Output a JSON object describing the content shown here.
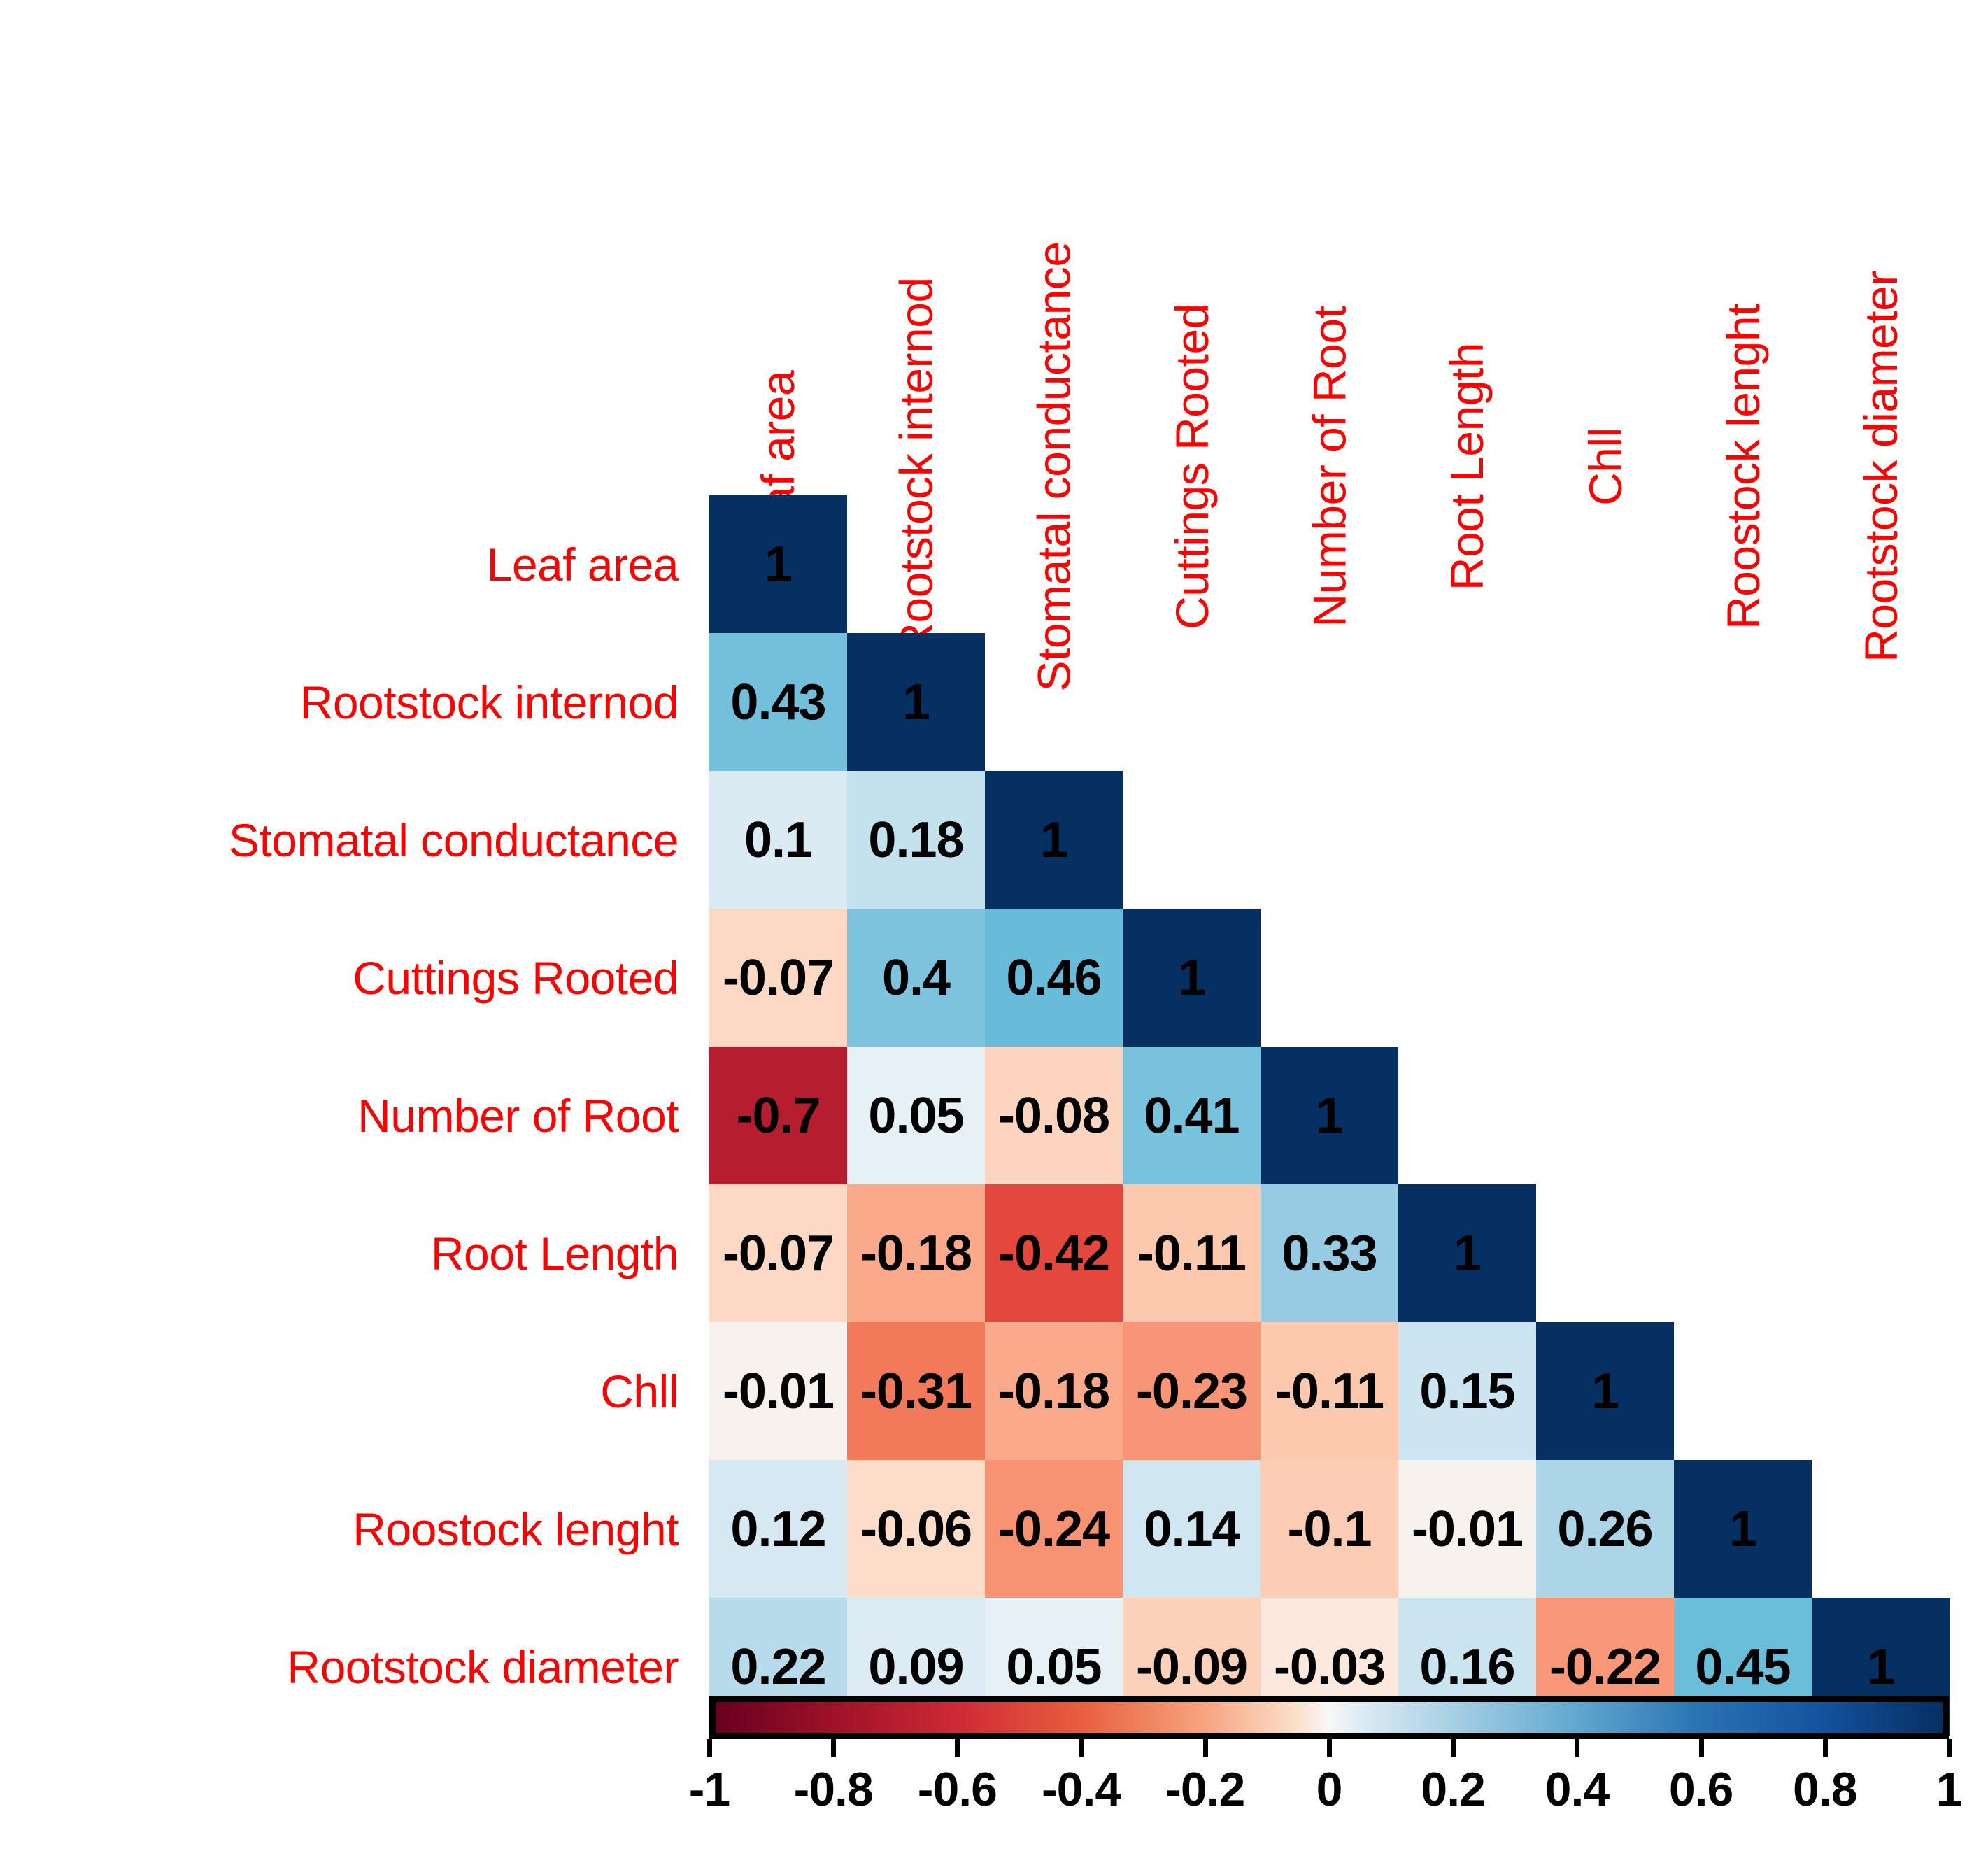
{
  "chart_data": {
    "type": "heatmap",
    "subtype": "correlation-matrix-lower-triangle",
    "title": "",
    "xlabel": "",
    "ylabel": "",
    "variables": [
      "Leaf area",
      "Rootstock internod",
      "Stomatal conductance",
      "Cuttings Rooted",
      "Number of Root",
      "Root Length",
      "Chll",
      "Roostock lenght",
      "Rootstock diameter"
    ],
    "row_labels": [
      "Leaf area",
      "Rootstock internod",
      "Stomatal conductance",
      "Cuttings Rooted",
      "Number of Root",
      "Root Length",
      "Chll",
      "Roostock lenght",
      "Rootstock diameter"
    ],
    "column_labels": [
      "Leaf area",
      "Rootstock internod",
      "Stomatal conductance",
      "Cuttings Rooted",
      "Number of Root",
      "Root Length",
      "Chll",
      "Roostock lenght",
      "Rootstock diameter"
    ],
    "rows": [
      {
        "label": "Leaf area",
        "values": [
          1
        ]
      },
      {
        "label": "Rootstock internod",
        "values": [
          0.43,
          1
        ]
      },
      {
        "label": "Stomatal conductance",
        "values": [
          0.1,
          0.18,
          1
        ]
      },
      {
        "label": "Cuttings Rooted",
        "values": [
          -0.07,
          0.4,
          0.46,
          1
        ]
      },
      {
        "label": "Number of Root",
        "values": [
          -0.7,
          0.05,
          -0.08,
          0.41,
          1
        ]
      },
      {
        "label": "Root Length",
        "values": [
          -0.07,
          -0.18,
          -0.42,
          -0.11,
          0.33,
          1
        ]
      },
      {
        "label": "Chll",
        "values": [
          -0.01,
          -0.31,
          -0.18,
          -0.23,
          -0.11,
          0.15,
          1
        ]
      },
      {
        "label": "Roostock lenght",
        "values": [
          0.12,
          -0.06,
          -0.24,
          0.14,
          -0.1,
          -0.01,
          0.26,
          1
        ]
      },
      {
        "label": "Rootstock diameter",
        "values": [
          0.22,
          0.09,
          0.05,
          -0.09,
          -0.03,
          0.16,
          -0.22,
          0.45,
          1
        ]
      }
    ],
    "cell_labels": [
      [
        "1"
      ],
      [
        "0.43",
        "1"
      ],
      [
        "0.1",
        "0.18",
        "1"
      ],
      [
        "-0.07",
        "0.4",
        "0.46",
        "1"
      ],
      [
        "-0.7",
        "0.05",
        "-0.08",
        "0.41",
        "1"
      ],
      [
        "-0.07",
        "-0.18",
        "-0.42",
        "-0.11",
        "0.33",
        "1"
      ],
      [
        "-0.01",
        "-0.31",
        "-0.18",
        "-0.23",
        "-0.11",
        "0.15",
        "1"
      ],
      [
        "0.12",
        "-0.06",
        "-0.24",
        "0.14",
        "-0.1",
        "-0.01",
        "0.26",
        "1"
      ],
      [
        "0.22",
        "0.09",
        "0.05",
        "-0.09",
        "-0.03",
        "0.16",
        "-0.22",
        "0.45",
        "1"
      ]
    ],
    "colorbar": {
      "orientation": "horizontal",
      "min": -1,
      "max": 1,
      "ticks": [
        -1,
        -0.8,
        -0.6,
        -0.4,
        -0.2,
        0,
        0.2,
        0.4,
        0.6,
        0.8,
        1
      ],
      "tick_labels": [
        "-1",
        "-0.8",
        "-0.6",
        "-0.4",
        "-0.2",
        "0",
        "0.2",
        "0.4",
        "0.6",
        "0.8",
        "1"
      ],
      "colormap": "RdBu",
      "color_low": "#67001f",
      "color_mid": "#f7f7f7",
      "color_high": "#053061"
    },
    "grid": false,
    "legend_position": "bottom",
    "label_color": "#ff0000",
    "value_color": "#000000"
  }
}
